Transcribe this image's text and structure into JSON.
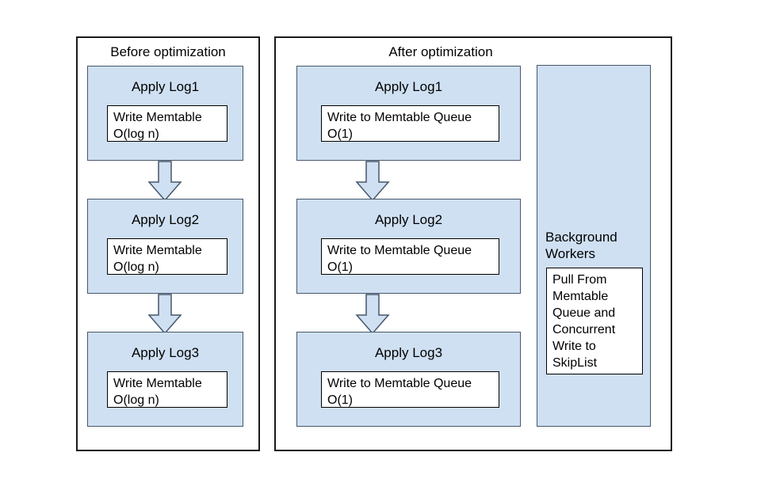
{
  "diagram": {
    "title_not_shown": "",
    "colors": {
      "stage_fill": "#cfe0f2",
      "stage_border": "#47576b",
      "panel_border": "#1a1a1a",
      "inner_box_fill": "#ffffff",
      "inner_box_border": "#000000",
      "text": "#000000"
    },
    "panels": [
      {
        "id": "before",
        "title": "Before optimization",
        "stages": [
          {
            "label": "Apply Log1",
            "detail_line1": "Write Memtable",
            "detail_line2": "O(log n)"
          },
          {
            "label": "Apply Log2",
            "detail_line1": "Write Memtable",
            "detail_line2": "O(log n)"
          },
          {
            "label": "Apply Log3",
            "detail_line1": "Write Memtable",
            "detail_line2": "O(log n)"
          }
        ]
      },
      {
        "id": "after",
        "title": "After optimization",
        "stages": [
          {
            "label": "Apply Log1",
            "detail_line1": "Write to Memtable Queue",
            "detail_line2": "O(1)"
          },
          {
            "label": "Apply Log2",
            "detail_line1": "Write to Memtable Queue",
            "detail_line2": "O(1)"
          },
          {
            "label": "Apply Log3",
            "detail_line1": "Write to Memtable Queue",
            "detail_line2": "O(1)"
          }
        ],
        "background_workers": {
          "label": "Background\nWorkers",
          "detail": "Pull From\nMemtable\nQueue and\nConcurrent\nWrite to\nSkipList"
        }
      }
    ],
    "arrows": [
      {
        "name": "before-log1-to-log2",
        "direction": "down"
      },
      {
        "name": "before-log2-to-log3",
        "direction": "down"
      },
      {
        "name": "after-log1-to-log2",
        "direction": "down"
      },
      {
        "name": "after-log2-to-log3",
        "direction": "down"
      }
    ]
  }
}
